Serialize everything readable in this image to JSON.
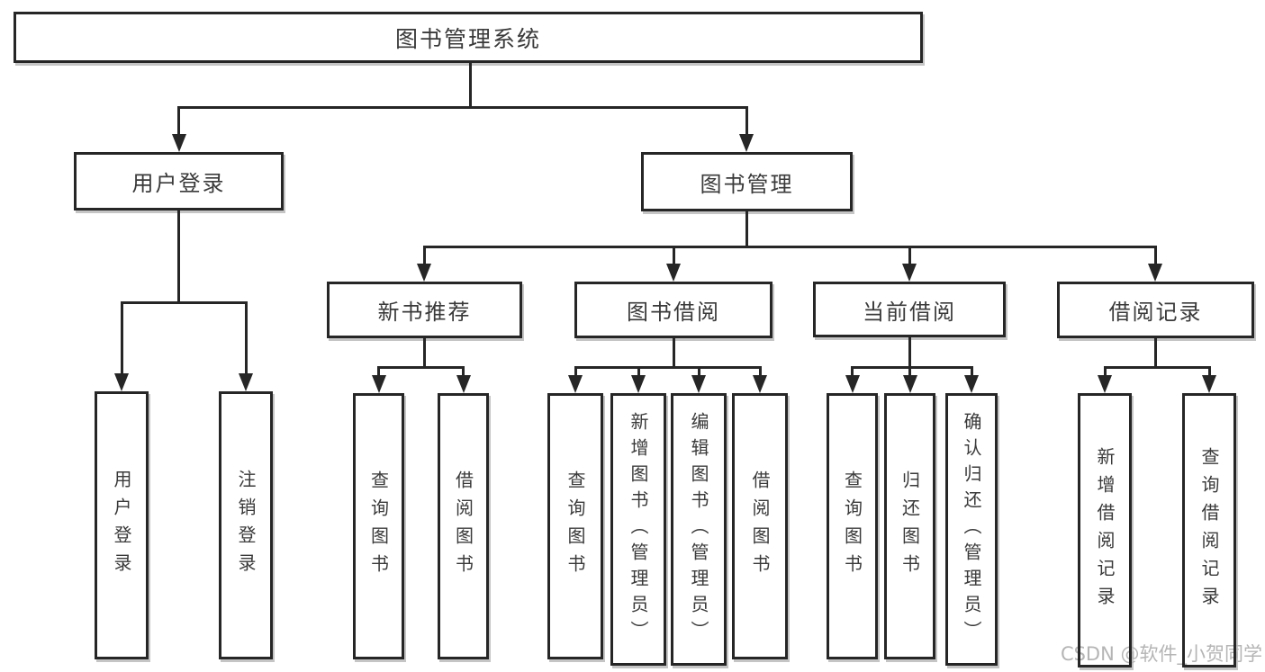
{
  "tree": {
    "root": {
      "label": "图书管理系统"
    },
    "branches": [
      {
        "label": "用户登录",
        "leaves": [
          {
            "label": "用户登录"
          },
          {
            "label": "注销登录"
          }
        ]
      },
      {
        "label": "图书管理",
        "sections": [
          {
            "label": "新书推荐",
            "leaves": [
              {
                "label": "查询图书"
              },
              {
                "label": "借阅图书"
              }
            ]
          },
          {
            "label": "图书借阅",
            "leaves": [
              {
                "label": "查询图书"
              },
              {
                "label": "新增图书（管理员）"
              },
              {
                "label": "编辑图书（管理员）"
              },
              {
                "label": "借阅图书"
              }
            ]
          },
          {
            "label": "当前借阅",
            "leaves": [
              {
                "label": "查询图书"
              },
              {
                "label": "归还图书"
              },
              {
                "label": "确认归还（管理员）"
              }
            ]
          },
          {
            "label": "借阅记录",
            "leaves": [
              {
                "label": "新增借阅记录"
              },
              {
                "label": "查询借阅记录"
              }
            ]
          }
        ]
      }
    ]
  },
  "watermark": {
    "text": "CSDN @软件_小贺同学"
  },
  "colors": {
    "line": "#262626",
    "text": "#3a3a3a",
    "watermark": "#b5b5b5",
    "background": "#ffffff"
  }
}
